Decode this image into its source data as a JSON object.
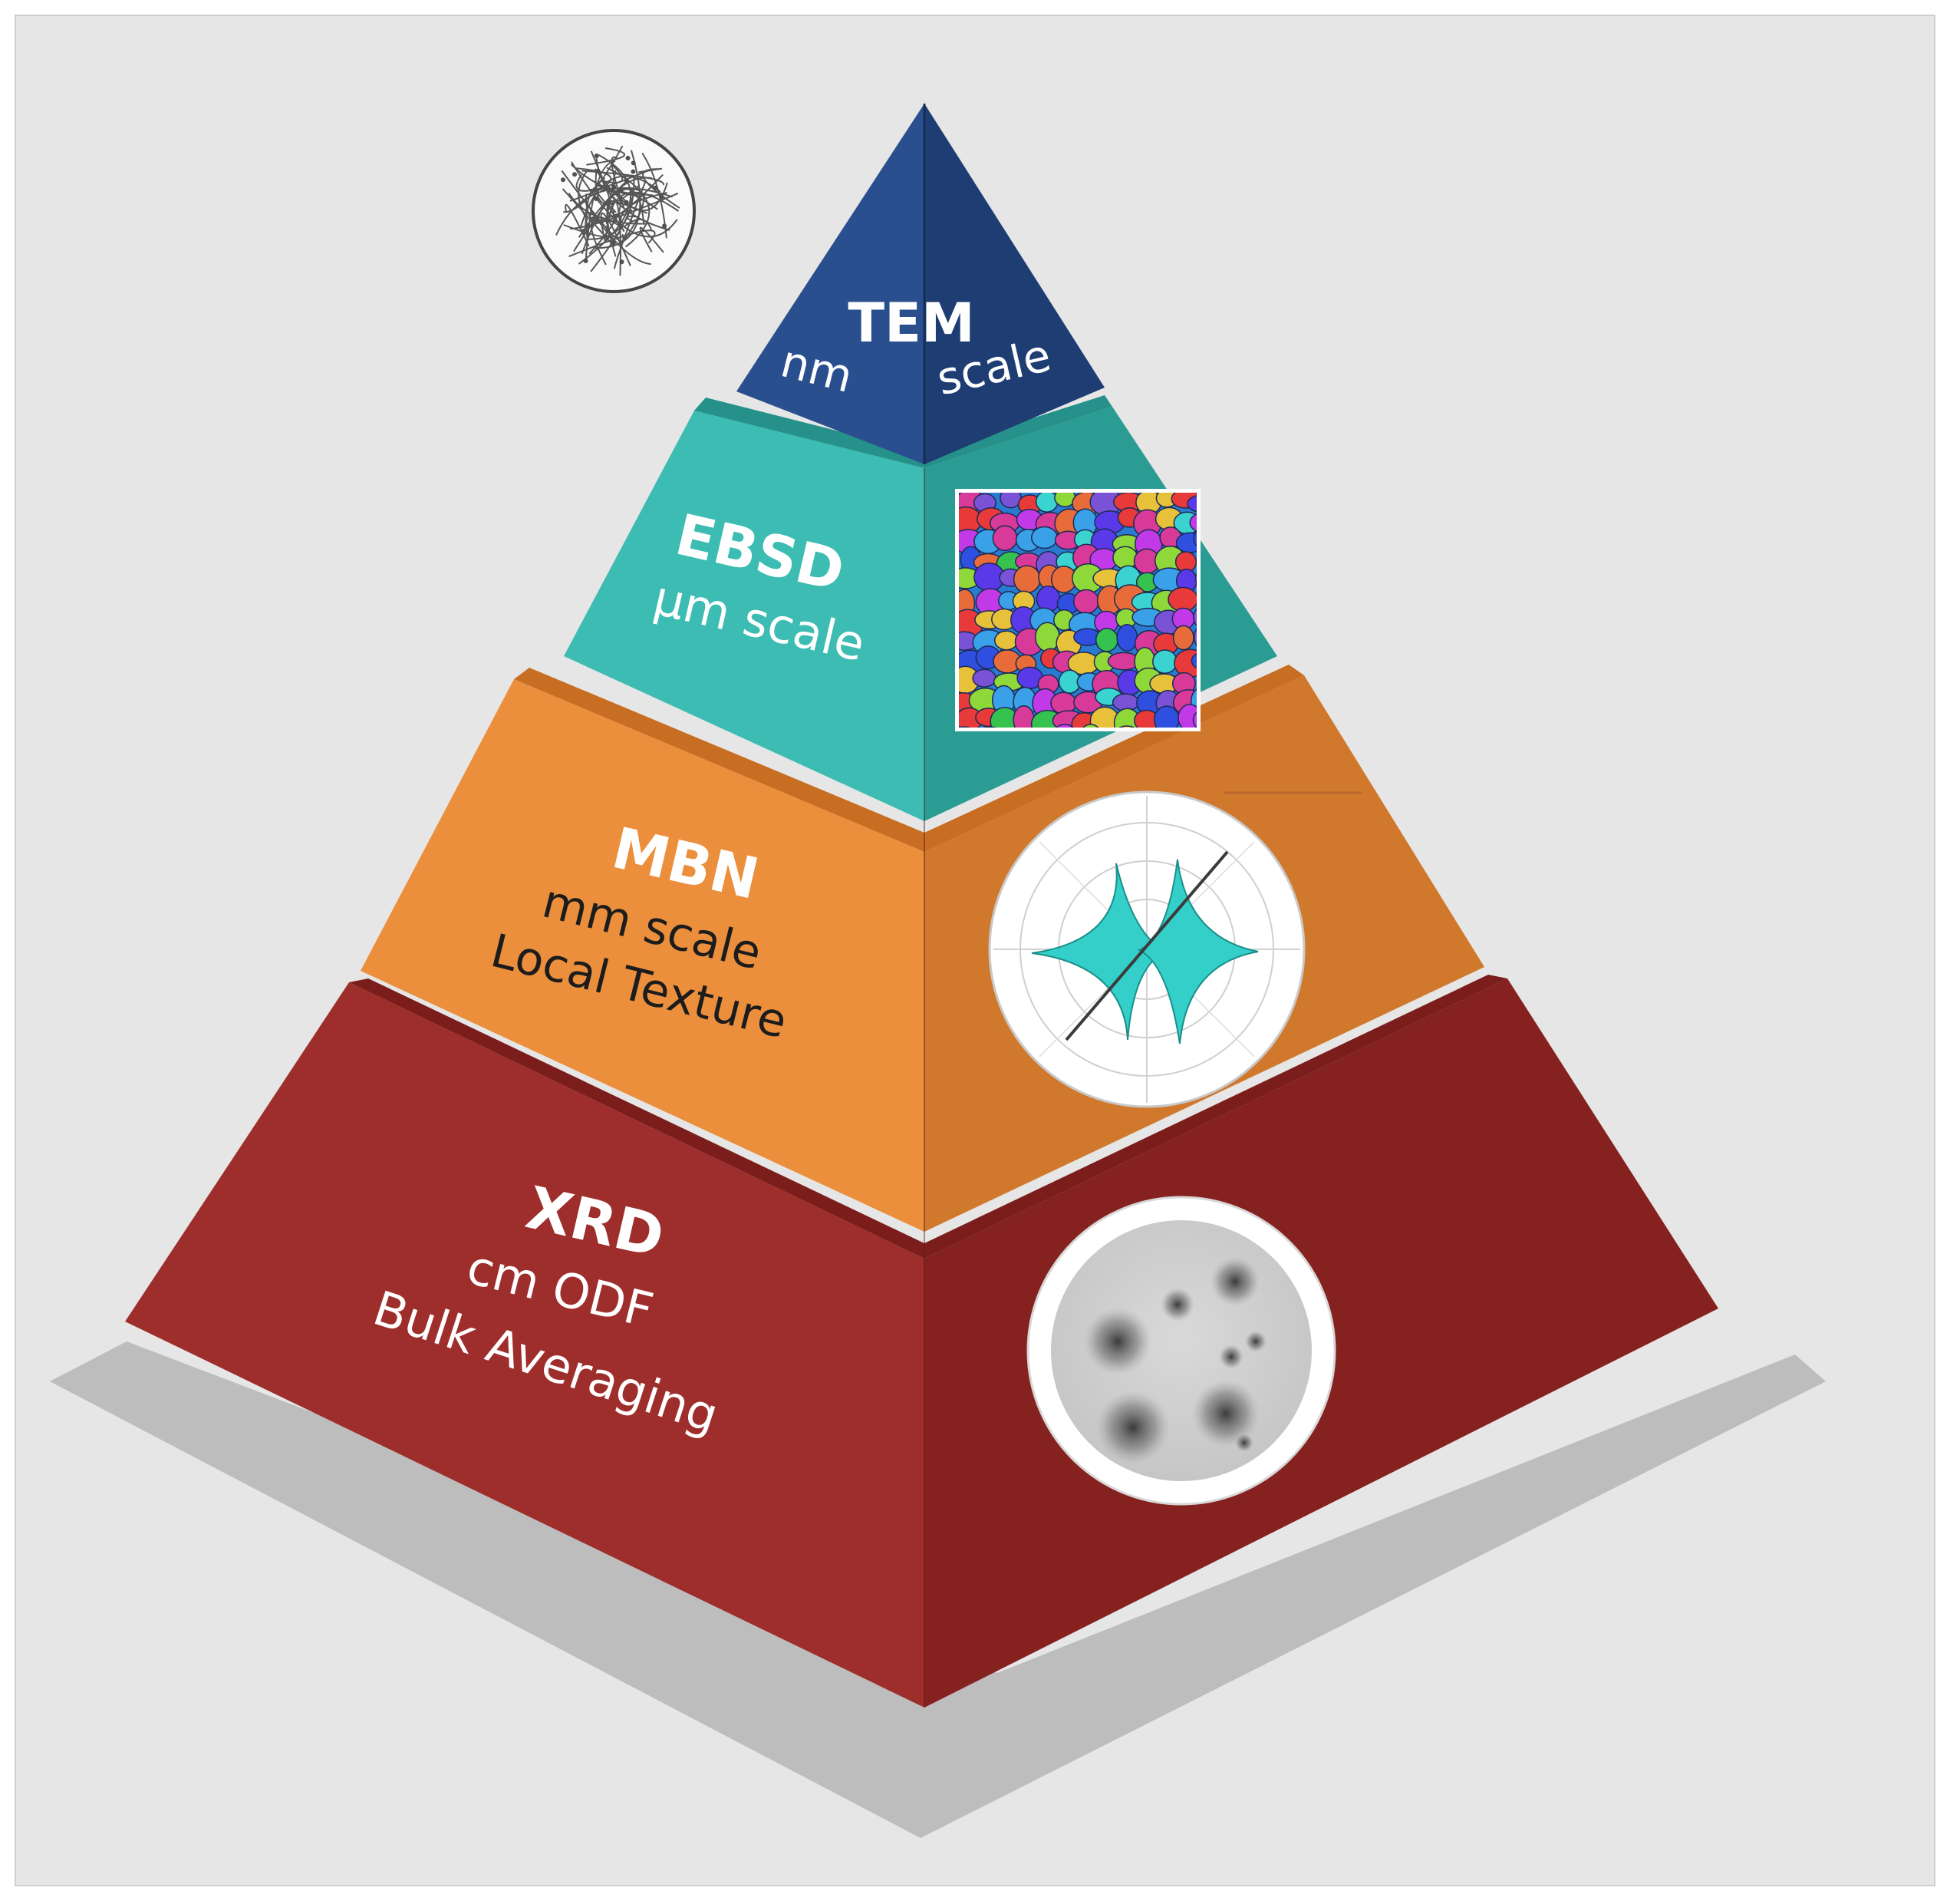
{
  "tiers": [
    {
      "id": "tem",
      "title": "TEM",
      "left_text": "nm",
      "right_text": "scale"
    },
    {
      "id": "ebsd",
      "title": "EBSD",
      "lines": [
        "μm scale"
      ]
    },
    {
      "id": "mbn",
      "title": "MBN",
      "lines": [
        "mm scale",
        "Local Texture"
      ]
    },
    {
      "id": "xrd",
      "title": "XRD",
      "lines": [
        "cm ODF",
        "Bulk Averaging"
      ]
    }
  ],
  "colors": {
    "tem_left": "#2a4f8e",
    "tem_right": "#1e3d72",
    "ebsd_left": "#3cbcb2",
    "ebsd_right": "#2a9c93",
    "mbn_left": "#eb8f3d",
    "mbn_right": "#d0782c",
    "xrd_left": "#9e2e2c",
    "xrd_right": "#85221f",
    "background": "#e5e5e5",
    "shadow": "#b8b8b8"
  },
  "icons": [
    "dislocation-network-icon",
    "grain-orientation-map-icon",
    "pole-figure-star-icon",
    "xrd-pole-figure-icon"
  ]
}
